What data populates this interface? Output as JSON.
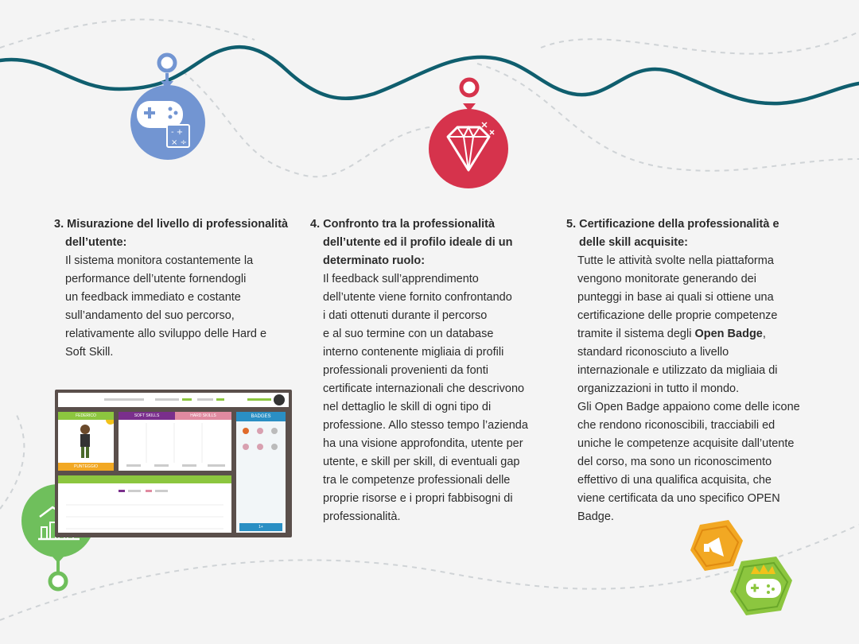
{
  "colors": {
    "wave": "#0f5e6e",
    "dash": "#cfd3d6",
    "blue_badge": "#7295d2",
    "red_badge": "#d6334c",
    "green_badge": "#6fbf5c",
    "orange_hex": "#f2a823",
    "green_hex": "#8cc63f"
  },
  "icons": [
    "gamepad-calculator-icon",
    "diamond-icon",
    "growth-chart-icon",
    "megaphone-badge-icon",
    "gamepad-crown-badge-icon"
  ],
  "col1": {
    "number": "3.",
    "title_line1": "Misurazione del livello di professionalità",
    "title_line2": "dell’utente:",
    "body": "Il sistema monitora costantemente la\nperformance dell’utente fornendogli\nun feedback immediato e costante\nsull’andamento del suo percorso,\nrelativamente allo sviluppo delle Hard e\nSoft Skill."
  },
  "col2": {
    "number": "4.",
    "title_line1": "Confronto tra la professionalità",
    "title_line2": "dell’utente ed il profilo ideale di un",
    "title_line3": "determinato ruolo:",
    "body": "Il feedback sull’apprendimento\ndell’utente viene fornito confrontando\ni dati ottenuti durante il percorso\ne al suo termine con un database\ninterno contenente migliaia di profili\nprofessionali provenienti da fonti\ncertificate internazionali che descrivono\nnel dettaglio le skill di ogni tipo di\nprofessione. Allo stesso tempo l’azienda\nha una visione approfondita, utente per\nutente, e skill per skill, di eventuali gap\ntra le competenze professionali delle\nproprie risorse e i propri fabbisogni di\nprofessionalità."
  },
  "col3": {
    "number": "5.",
    "title_line1": "Certificazione della professionalità e",
    "title_line2": "delle skill acquisite:",
    "body_part1": "Tutte le attività svolte nella piattaforma\nvengono monitorate generando dei\npunteggi in base ai quali si ottiene una\ncertificazione delle proprie competenze\ntramite il sistema degli ",
    "body_bold": "Open Badge",
    "body_part2": ",\nstandard riconosciuto a livello\ninternazionale e utilizzato da migliaia di\norganizzazioni in tutto il mondo.\nGli Open Badge appaiono come delle icone\nche rendono riconoscibili, tracciabili ed\nuniche le competenze acquisite dall’utente\ndel corso, ma sono un riconoscimento\neffettivo di una qualifica acquisita, che\nviene certificata da uno specifico OPEN\nBadge."
  },
  "screenshot": {
    "tab_soft": "SOFT SKILLS",
    "tab_hard": "HARD SKILLS",
    "badges_title": "BADGES",
    "profile_name": "FEDERICO",
    "score_label": "PUNTEGGIO",
    "footer_button": "1+"
  }
}
